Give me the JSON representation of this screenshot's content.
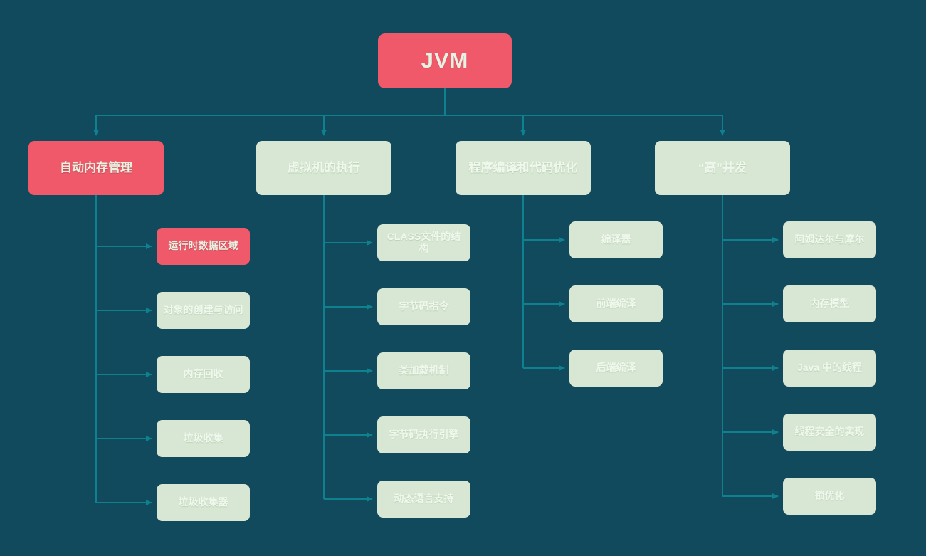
{
  "diagram": {
    "title": "JVM",
    "type": "mindmap-tree",
    "colors": {
      "background": "#11495d",
      "accent_red": "#f0596a",
      "node_green": "#d7e7d3",
      "edge": "#0e8090",
      "text_on_red": "#e6f3e2",
      "text_on_green": "#f0f8ee"
    },
    "root": {
      "label": "JVM",
      "style": "red"
    },
    "branches": [
      {
        "label": "自动内存管理",
        "style": "red",
        "children": [
          {
            "label": "运行时数据区域",
            "style": "red"
          },
          {
            "label": "对象的创建与访问",
            "style": "green"
          },
          {
            "label": "内存回收",
            "style": "green"
          },
          {
            "label": "垃圾收集",
            "style": "green"
          },
          {
            "label": "垃圾收集器",
            "style": "green"
          }
        ]
      },
      {
        "label": "虚拟机的执行",
        "style": "green",
        "children": [
          {
            "label": "CLASS文件的结构",
            "style": "green"
          },
          {
            "label": "字节码指令",
            "style": "green"
          },
          {
            "label": "类加载机制",
            "style": "green"
          },
          {
            "label": "字节码执行引擎",
            "style": "green"
          },
          {
            "label": "动态语言支持",
            "style": "green"
          }
        ]
      },
      {
        "label": "程序编译和代码优化",
        "style": "green",
        "children": [
          {
            "label": "编译器",
            "style": "green"
          },
          {
            "label": "前端编译",
            "style": "green"
          },
          {
            "label": "后端编译",
            "style": "green"
          }
        ]
      },
      {
        "label": "“高”并发",
        "style": "green",
        "children": [
          {
            "label": "阿姆达尔与摩尔",
            "style": "green"
          },
          {
            "label": "内存模型",
            "style": "green"
          },
          {
            "label": "Java 中的线程",
            "style": "green"
          },
          {
            "label": "线程安全的实现",
            "style": "green"
          },
          {
            "label": "锁优化",
            "style": "green"
          }
        ]
      }
    ]
  }
}
